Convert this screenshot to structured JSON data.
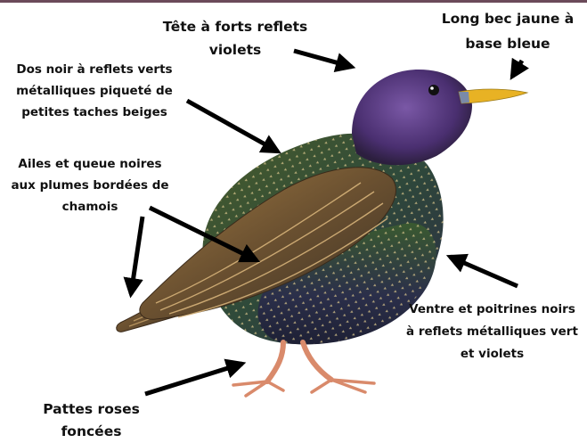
{
  "title": "",
  "colors": {
    "head_purple": "#5b3f86",
    "back_green": "#4f6a2e",
    "wing_brown": "#8a6a3a",
    "beak_yellow": "#e8b224",
    "feet_pink": "#d98a6b",
    "arrow": "#000000"
  },
  "labels": {
    "head": {
      "lines": [
        "Tête à forts reflets",
        "violets"
      ]
    },
    "beak": {
      "lines": [
        "Long bec jaune à",
        "base bleue"
      ]
    },
    "back": {
      "lines": [
        "Dos noir à reflets verts",
        "métalliques piqueté de",
        "petites taches beiges"
      ]
    },
    "wings": {
      "lines": [
        "Ailes et queue noires",
        "aux plumes bordées de",
        "chamois"
      ]
    },
    "belly": {
      "lines": [
        "Ventre et poitrines noirs",
        "à reflets métalliques vert",
        "et violets"
      ]
    },
    "feet": {
      "lines": [
        "Pattes roses",
        "foncées"
      ]
    }
  }
}
